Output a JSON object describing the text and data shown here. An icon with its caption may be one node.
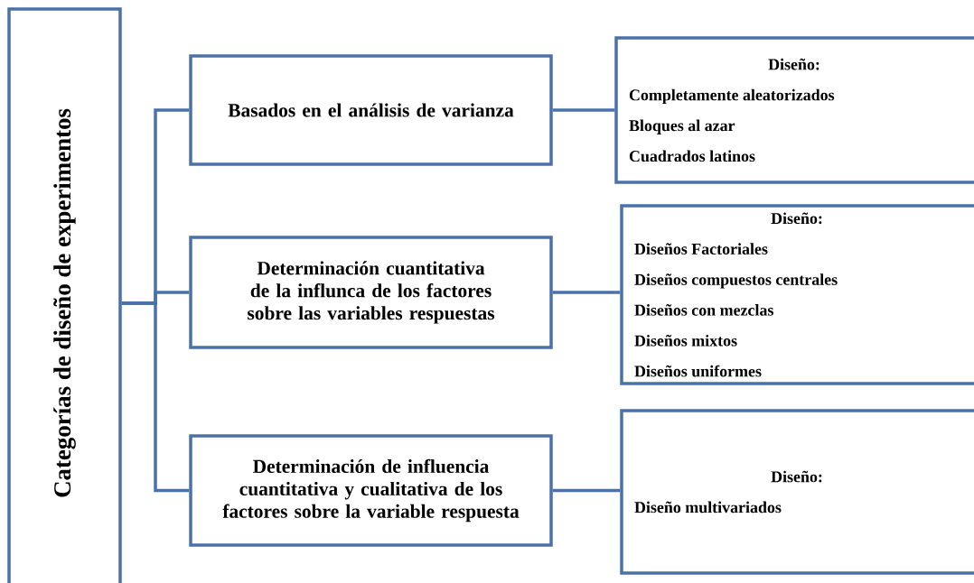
{
  "diagram": {
    "nodes": [
      {
        "text": [
          "Categorías de diseño de experimentos"
        ]
      },
      {
        "text": [
          "Basados en el análisis de varianza"
        ]
      },
      {
        "text": [
          "Determinación cuantitativa de la influnca de los factores sobre las variables respuestas"
        ]
      },
      {
        "text": [
          "Determinación de influencia cuantitativa y cualitativa de los factores sobre la variable respuesta"
        ]
      },
      {
        "text": [
          "Diseño:",
          "Completamente aleatorizados",
          "Bloques al azar",
          "Cuadrados latinos"
        ]
      },
      {
        "text": [
          "Diseño:",
          "Diseños Factoriales",
          "Diseños compuestos centrales",
          "Diseños con mezclas",
          "Diseños mixtos",
          "Diseños uniformes"
        ]
      },
      {
        "text": [
          "Diseño:",
          "Diseño multivariados"
        ]
      }
    ],
    "edges": [
      {
        "from": 0,
        "to": 1,
        "arrow": "none"
      },
      {
        "from": 0,
        "to": 2,
        "arrow": "none"
      },
      {
        "from": 0,
        "to": 3,
        "arrow": "none"
      },
      {
        "from": 1,
        "to": 4,
        "arrow": "none"
      },
      {
        "from": 2,
        "to": 5,
        "arrow": "none"
      },
      {
        "from": 3,
        "to": 6,
        "arrow": "none"
      }
    ]
  }
}
